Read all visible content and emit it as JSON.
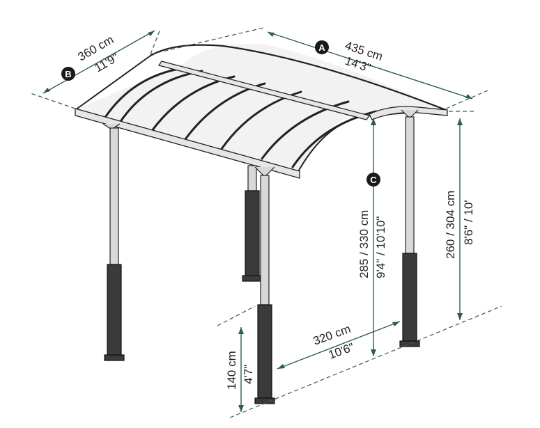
{
  "dimensions": {
    "a": {
      "letter": "A",
      "metric": "435 cm",
      "imperial": "14'3\""
    },
    "b": {
      "letter": "B",
      "metric": "360 cm",
      "imperial": "11'9\""
    },
    "c": {
      "letter": "C",
      "metric": "285 / 330 cm",
      "imperial": "9'4\" / 10'10\""
    },
    "back_height": {
      "metric": "260 / 304 cm",
      "imperial": "8'6\" / 10'"
    },
    "post_spacing": {
      "metric": "320 cm",
      "imperial": "10'6\""
    },
    "base_height": {
      "metric": "140 cm",
      "imperial": "4'7\""
    }
  },
  "colors": {
    "dimension_line": "#2f5a5a",
    "badge": "#1a1a1a",
    "post_base": "#3a3a3a"
  }
}
